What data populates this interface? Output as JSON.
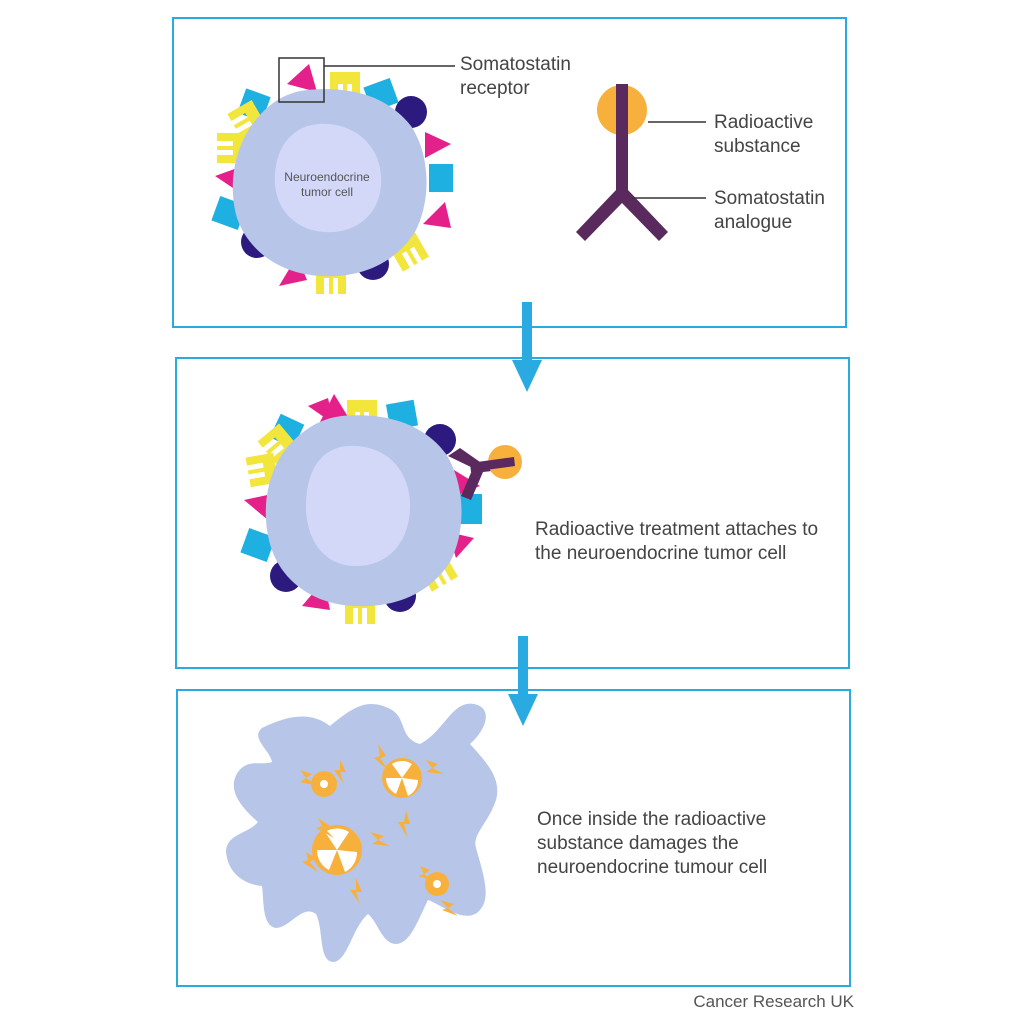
{
  "panel_1": {
    "cell_label": "Neuroendocrine tumor cell",
    "receptor_label": "Somatostatin receptor",
    "radioactive_label": "Radioactive substance",
    "analogue_label": "Somatostatin analogue"
  },
  "panel_2": {
    "caption": "Radioactive treatment attaches to the neuroendocrine tumor cell"
  },
  "panel_3": {
    "caption": "Once inside the radioactive substance damages the neuroendocrine tumour cell"
  },
  "credit": "Cancer Research UK",
  "colors": {
    "frame": "#29abe2",
    "arrow": "#29abe2",
    "cell": "#b7c6e8",
    "nucleus": "#d3d8f8",
    "cyan": "#1eb0e0",
    "yellow": "#f2e53c",
    "magenta": "#e4218b",
    "purple": "#2d1a7e",
    "analogue": "#5a2a5e",
    "radioactive": "#f8b03c"
  }
}
